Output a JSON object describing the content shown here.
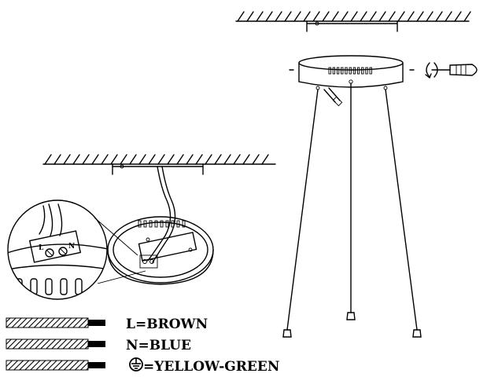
{
  "legend": [
    {
      "key": "L",
      "text": "L=BROWN"
    },
    {
      "key": "N",
      "text": "N=BLUE"
    },
    {
      "key": "earth",
      "text": "=YELLOW-GREEN",
      "symbol": "earth-ground-icon"
    }
  ],
  "terminal_labels": [
    "L",
    "N"
  ]
}
